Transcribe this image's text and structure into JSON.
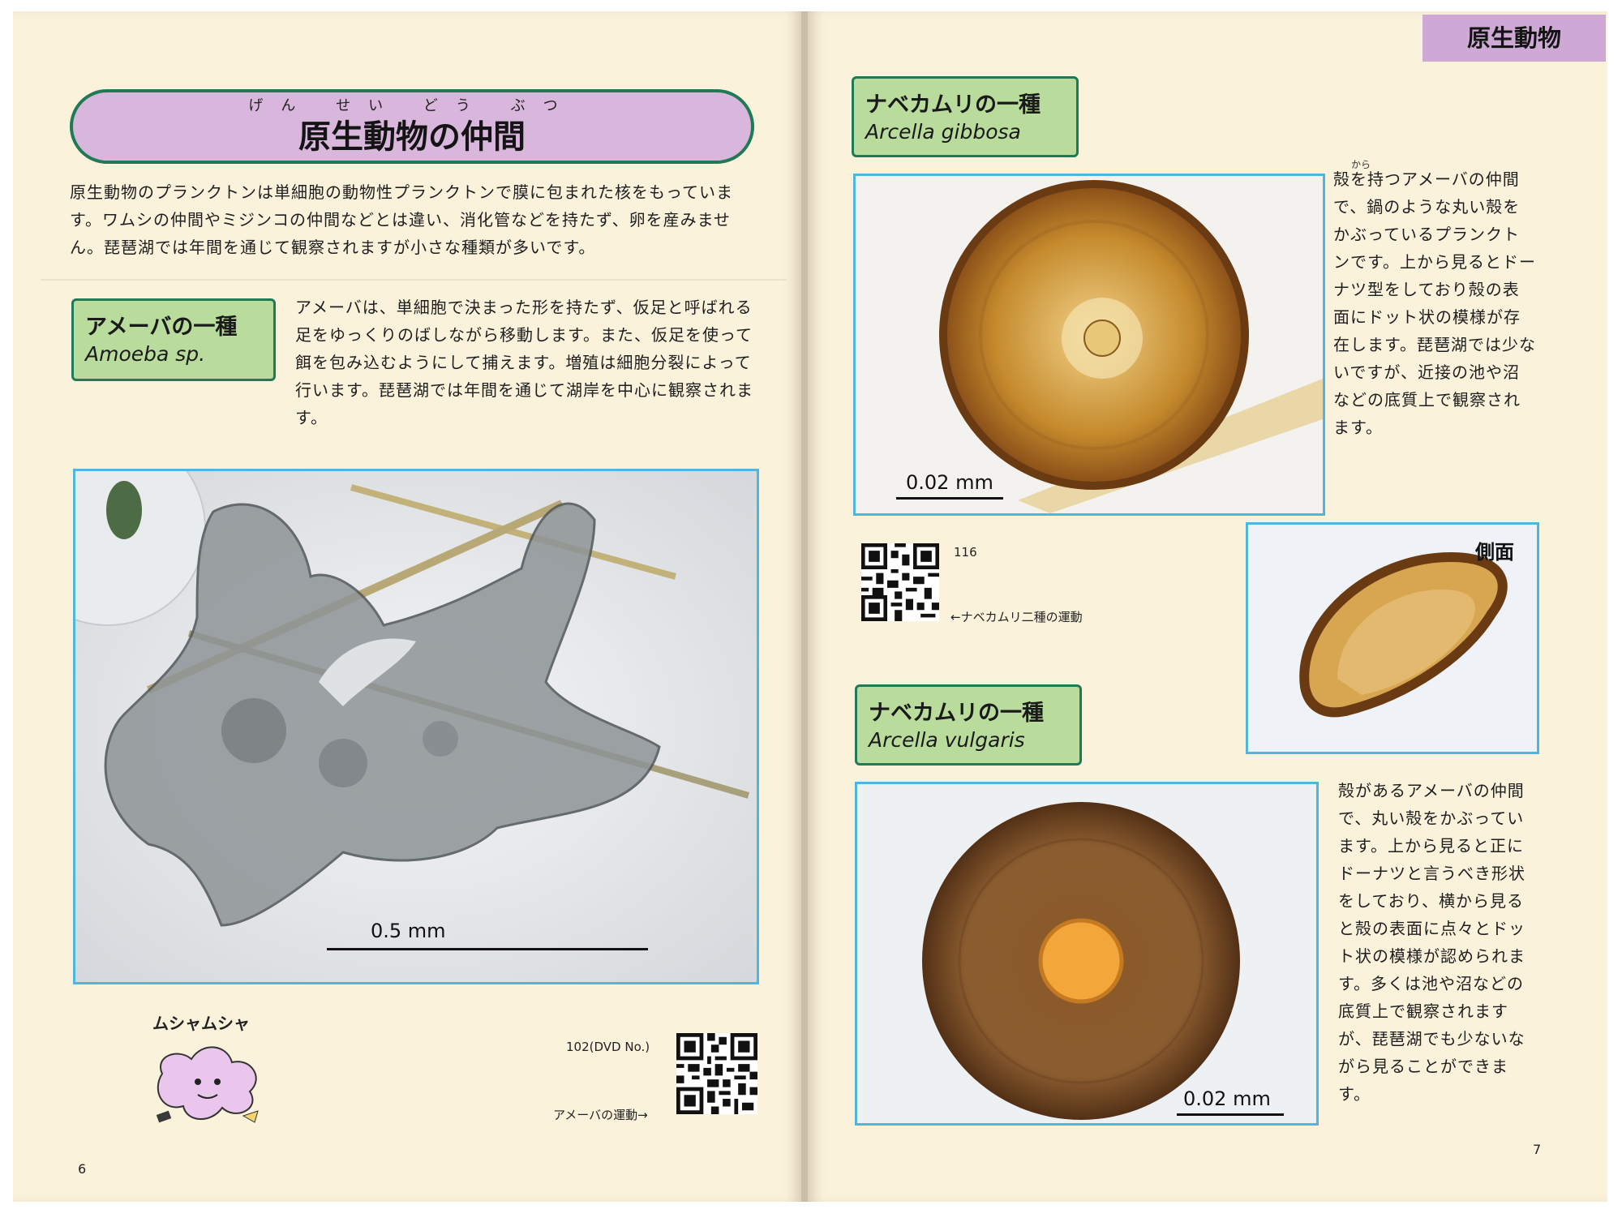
{
  "left_page": {
    "title_ruby": "げん せい どう ぶつ",
    "title": "原生動物の仲間",
    "intro": "原生動物のプランクトンは単細胞の動物性プランクトンで膜に包まれた核をもっています。ワムシの仲間やミジンコの仲間などとは違い、消化管などを持たず、卵を産みません。琵琶湖では年間を通じて観察されますが小さな種類が多いです。",
    "amoeba": {
      "name_jp": "アメーバの一種",
      "name_sci": "Amoeba sp.",
      "description": "アメーバは、単細胞で決まった形を持たず、仮足と呼ばれる足をゆっくりのばしながら移動します。また、仮足を使って餌を包み込むようにして捕えます。増殖は細胞分裂によって行います。琵琶湖では年間を通じて湖岸を中心に観察されます。",
      "scale": "0.5 mm"
    },
    "mascot_text": "ムシャムシャ",
    "dvd_label": "102(DVD No.)",
    "qr_caption": "アメーバの運動→",
    "page_number": "6"
  },
  "right_page": {
    "tab": "原生動物",
    "species1": {
      "name_jp": "ナベカムリの一種",
      "name_sci": "Arcella gibbosa",
      "ruby": "から",
      "description": "殻を持つアメーバの仲間で、鍋のような丸い殻をかぶっているプランクトンです。上から見るとドーナツ型をしており殻の表面にドット状の模様が存在します。琵琶湖では少ないですが、近接の池や沼などの底質上で観察されます。",
      "scale": "0.02 mm",
      "side_label": "側面"
    },
    "qr_number": "116",
    "qr_caption": "←ナベカムリ二種の運動",
    "species2": {
      "name_jp": "ナベカムリの一種",
      "name_sci": "Arcella vulgaris",
      "description": "殻があるアメーバの仲間で、丸い殻をかぶっています。上から見ると正にドーナツと言うべき形状をしており、横から見ると殻の表面に点々とドット状の模様が認められます。多くは池や沼などの底質上で観察されますが、琵琶湖でも少ないながら見ることができます。",
      "scale": "0.02 mm"
    },
    "page_number": "7"
  },
  "colors": {
    "paper": "#fbf2dc",
    "title_fill": "#d9b6dc",
    "label_fill": "#b9dc9c",
    "border_green": "#1f7a55",
    "photo_border": "#4fb6e0"
  }
}
